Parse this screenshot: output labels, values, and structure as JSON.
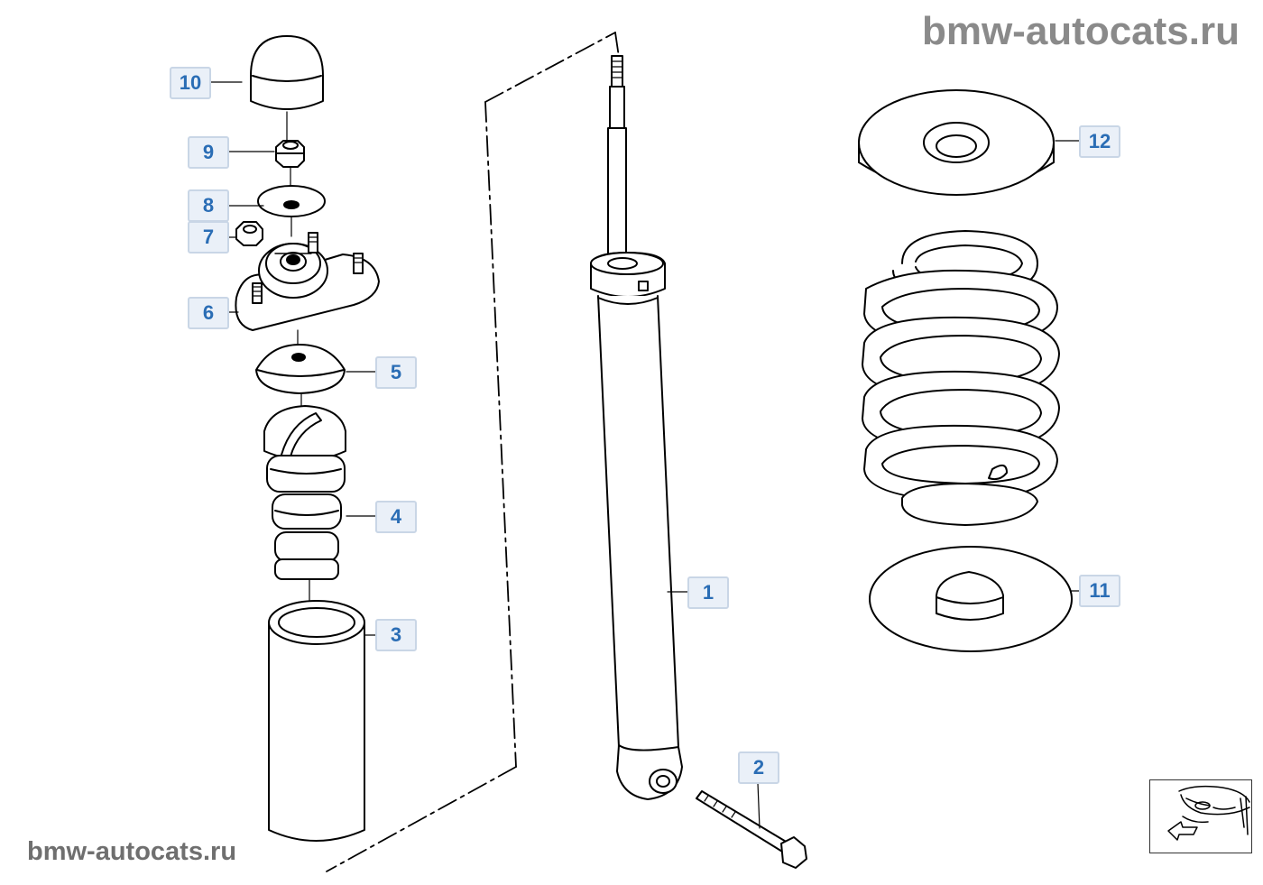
{
  "watermarks": {
    "top": "bmw-autocats.ru",
    "bottom": "bmw-autocats.ru"
  },
  "callouts": {
    "c1": "1",
    "c2": "2",
    "c3": "3",
    "c4": "4",
    "c5": "5",
    "c6": "6",
    "c7": "7",
    "c8": "8",
    "c9": "9",
    "c10": "10",
    "c11": "11",
    "c12": "12"
  },
  "icons": {
    "navigation": "car-front-arrow-icon"
  },
  "colors": {
    "callout_text": "#2a6db5",
    "callout_background": "#eaf0f8",
    "watermark": "#8a8a8a"
  }
}
